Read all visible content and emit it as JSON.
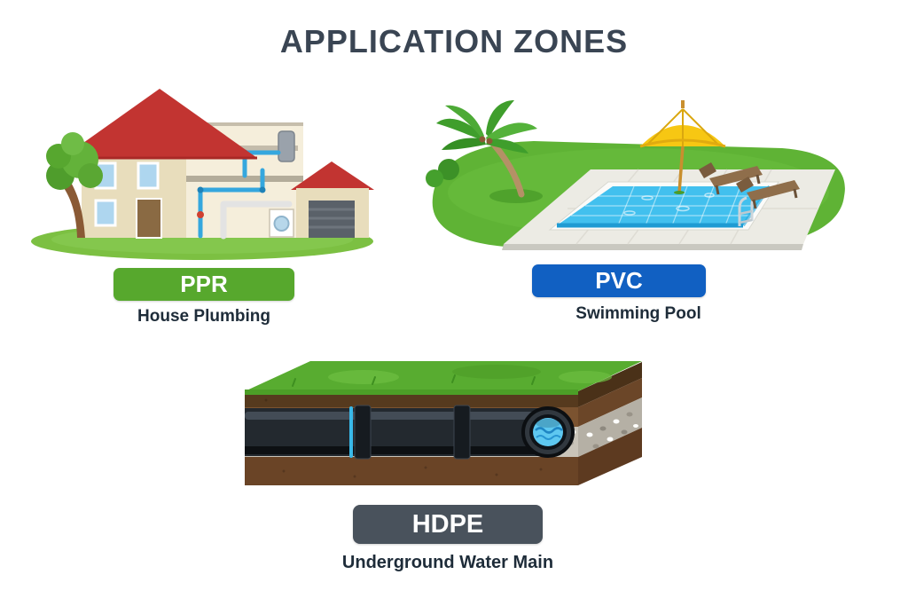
{
  "title": "APPLICATION ZONES",
  "zones": [
    {
      "id": "ppr",
      "badge": "PPR",
      "caption": "House Plumbing",
      "badge_color": "#57a82d",
      "illustration": "house-plumbing-cutaway"
    },
    {
      "id": "pvc",
      "badge": "PVC",
      "caption": "Swimming Pool",
      "badge_color": "#1160c2",
      "illustration": "swimming-pool-scene"
    },
    {
      "id": "hdpe",
      "badge": "HDPE",
      "caption": "Underground Water Main",
      "badge_color": "#49525c",
      "illustration": "buried-pipe-cross-section"
    }
  ],
  "colors": {
    "background": "#ffffff",
    "title_text": "#3a4553",
    "caption_text": "#1e2c39",
    "badge_text": "#ffffff",
    "ppr_green": "#57a82d",
    "pvc_blue": "#1160c2",
    "hdpe_slate": "#49525c",
    "grass_green": "#5fb335",
    "pool_water": "#42c0ee",
    "roof_red": "#c23431",
    "pipe_black": "#23292f"
  }
}
